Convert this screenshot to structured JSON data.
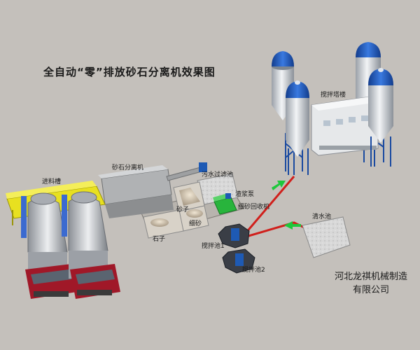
{
  "title": "全自动“零”排放砂石分离机效果图",
  "labels": {
    "feed_trough": "进料槽",
    "separator": "砂石分离机",
    "sewage_filter_pool": "污水过滤池",
    "slurry_pump": "渣浆泵",
    "fine_sand_recovery": "细砂回收机",
    "sand": "砂子",
    "fine_sand": "细砂",
    "stone": "石子",
    "mixing_pool_1": "搅拌池1",
    "mixing_pool_2": "搅拌池2",
    "clear_water_pool": "清水池",
    "mixing_tower": "搅拌塔楼"
  },
  "company": {
    "line1": "河北龙祺机械制造",
    "line2": "有限公司"
  },
  "colors": {
    "background": "#c4c0bb",
    "truck_cab": "#a01828",
    "silo_cap": "#1e5ab4",
    "pipe": "#d0201c",
    "arrow": "#1ec83c",
    "trough": "#e8e020"
  }
}
